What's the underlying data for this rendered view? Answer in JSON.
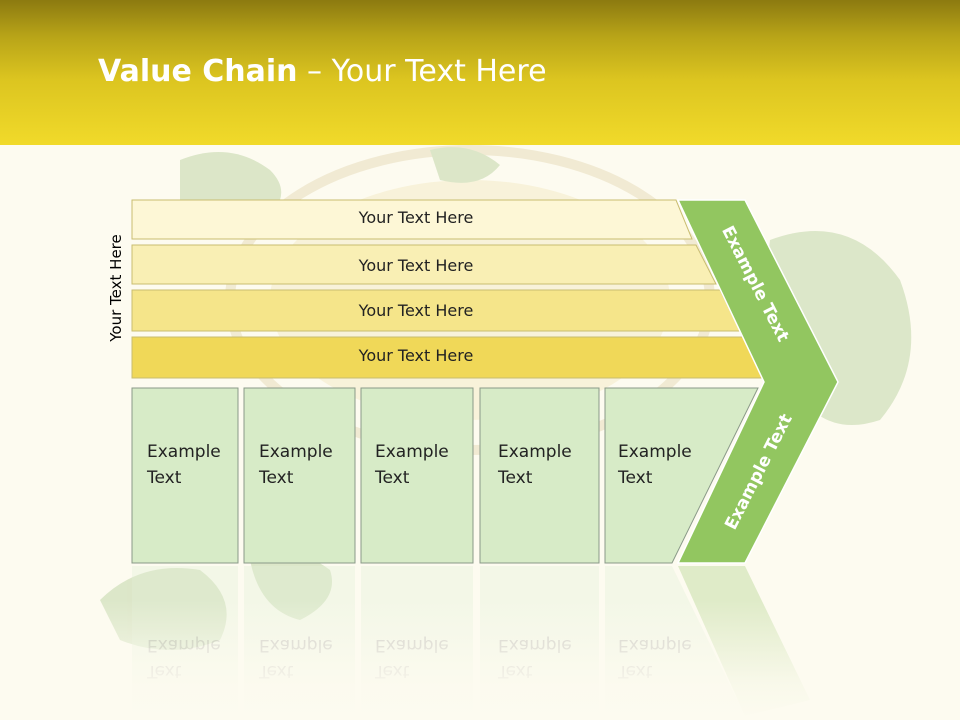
{
  "title": {
    "bold": "Value Chain",
    "rest": " – Your Text Here"
  },
  "side_label": "Your Text Here",
  "bands": [
    {
      "label": "Your Text Here",
      "color": "#fdf7d6"
    },
    {
      "label": "Your Text Here",
      "color": "#f9efb4"
    },
    {
      "label": "Your Text Here",
      "color": "#f5e58a"
    },
    {
      "label": "Your Text Here",
      "color": "#f0d858"
    }
  ],
  "boxes": [
    {
      "line1": "Example",
      "line2": "Text"
    },
    {
      "line1": "Example",
      "line2": "Text"
    },
    {
      "line1": "Example",
      "line2": "Text"
    },
    {
      "line1": "Example",
      "line2": "Text"
    },
    {
      "line1": "Example",
      "line2": "Text"
    }
  ],
  "chevron": {
    "upper_label": "Example Text",
    "lower_label": "Example Text",
    "color": "#92c660",
    "box_color": "#d7ebc7"
  }
}
